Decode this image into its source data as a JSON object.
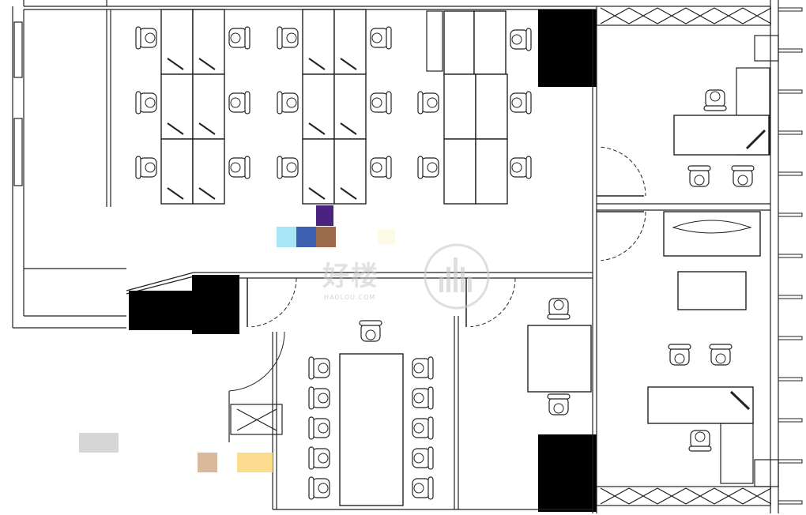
{
  "watermark": {
    "brand": "好楼",
    "domain": "HAOLOU.COM"
  },
  "colors": {
    "wall": "#000000",
    "line": "#222222",
    "background": "#ffffff",
    "swatches": [
      "#4a2380",
      "#a8e6f5",
      "#3c5fb0",
      "#9a6a4a",
      "#fdfbe8",
      "#d6d6d6",
      "#d8b99c",
      "#fbdc8e"
    ]
  },
  "rooms": [
    {
      "id": "open-office"
    },
    {
      "id": "manager-office-1"
    },
    {
      "id": "manager-office-2"
    },
    {
      "id": "meeting-room"
    },
    {
      "id": "small-office"
    }
  ],
  "icons": [
    "desk-cluster-icon",
    "office-chair-icon",
    "conference-table-icon",
    "sofa-icon",
    "door-swing-icon",
    "watermark-logo-icon"
  ]
}
